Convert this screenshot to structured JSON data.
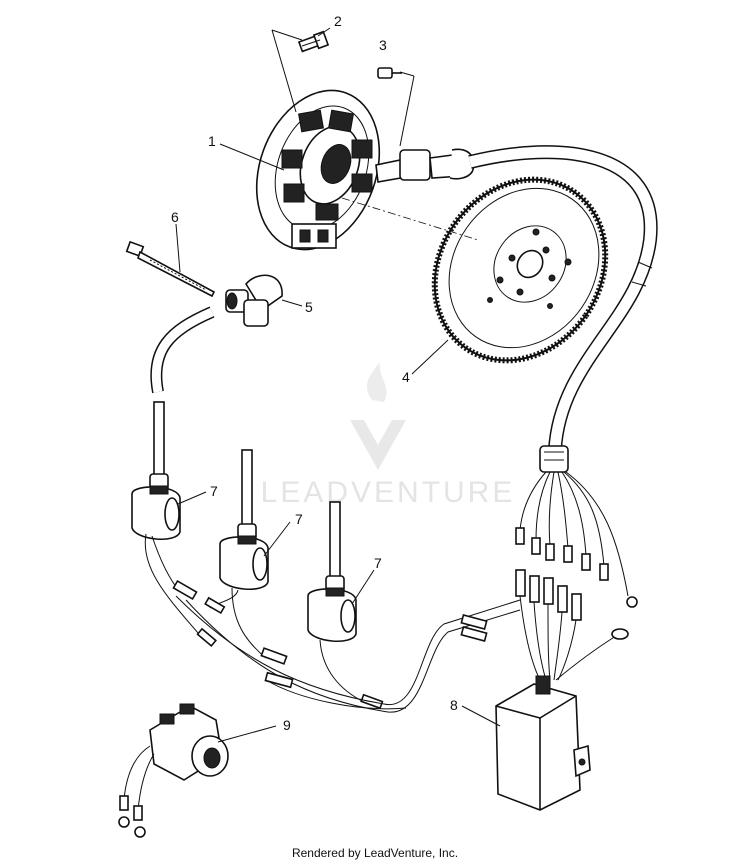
{
  "callouts": {
    "c1": "1",
    "c2": "2",
    "c3": "3",
    "c4": "4",
    "c5": "5",
    "c6": "6",
    "c7a": "7",
    "c7b": "7",
    "c7c": "7",
    "c8": "8",
    "c9": "9"
  },
  "watermark": "LEADVENTURE",
  "footer": "Rendered by LeadVenture, Inc."
}
